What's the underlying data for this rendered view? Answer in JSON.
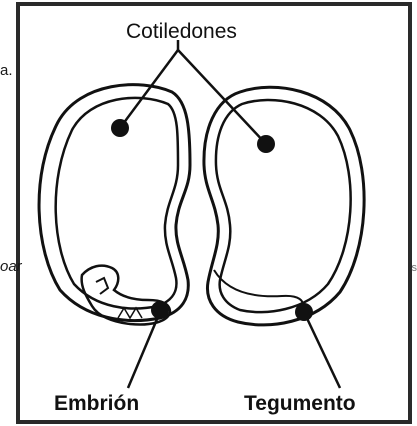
{
  "labels": {
    "cotyledons": "Cotiledones",
    "embryo": "Embrión",
    "seed_coat": "Tegumento"
  },
  "cropped_text": {
    "left_top": "a.",
    "left_middle": "oar",
    "right_middle": "s"
  },
  "colors": {
    "ink": "#111111",
    "frame": "#2a2a2a",
    "background": "#ffffff"
  }
}
